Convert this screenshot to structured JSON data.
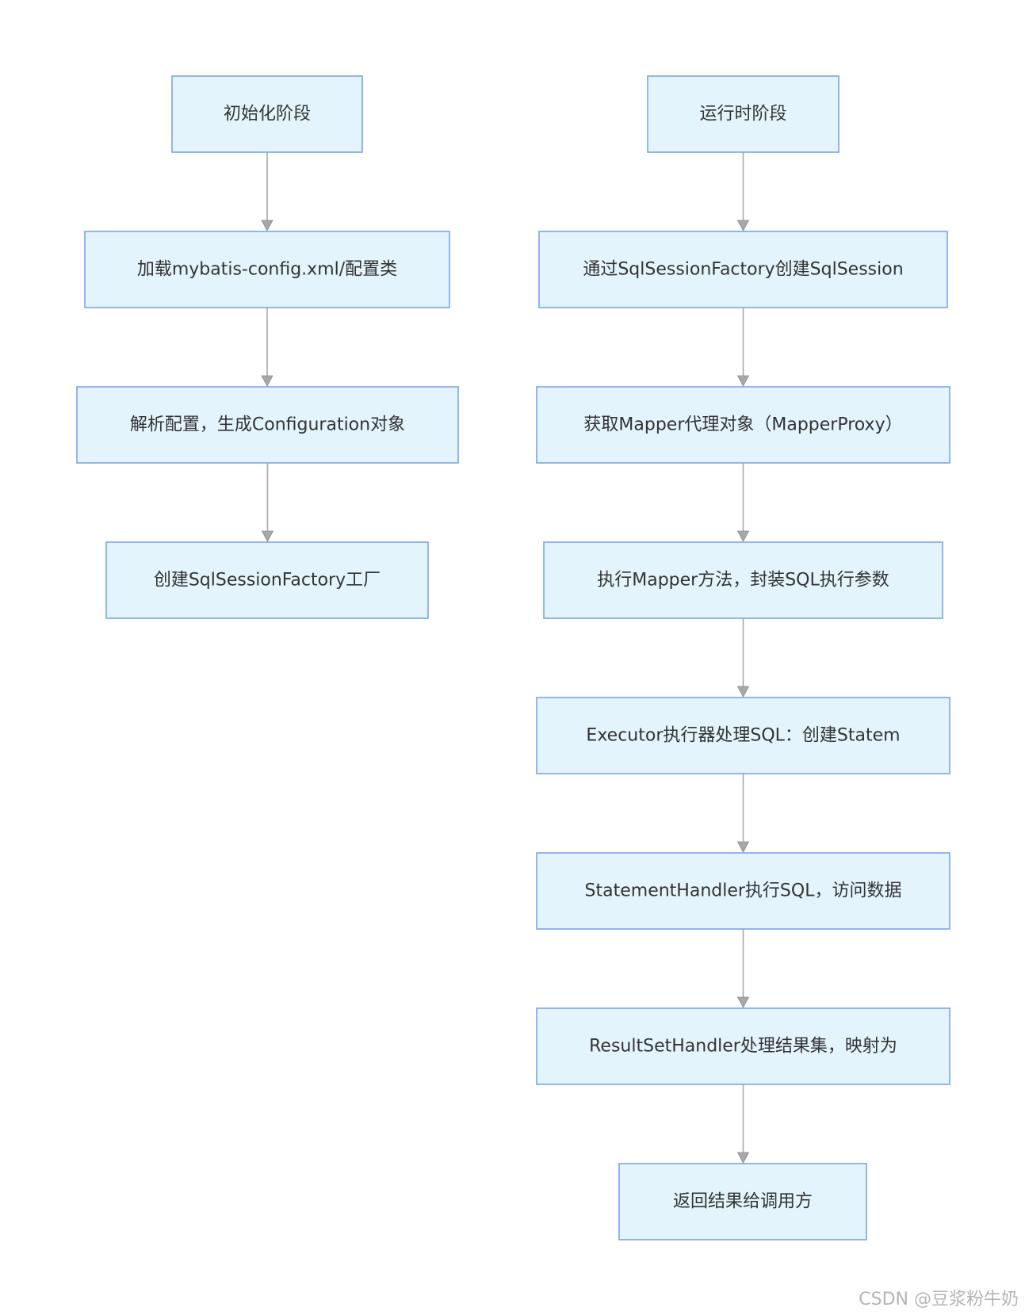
{
  "diagram": {
    "nodes": [
      {
        "id": "init-phase",
        "label": "初始化阶段"
      },
      {
        "id": "load-config",
        "label": "加载mybatis-config.xml/配置类"
      },
      {
        "id": "parse-config",
        "label": "解析配置，生成Configuration对象"
      },
      {
        "id": "create-factory",
        "label": "创建SqlSessionFactory工厂"
      },
      {
        "id": "runtime-phase",
        "label": "运行时阶段"
      },
      {
        "id": "create-session",
        "label": "通过SqlSessionFactory创建SqlSession"
      },
      {
        "id": "get-mapper-proxy",
        "label": "获取Mapper代理对象（MapperProxy）"
      },
      {
        "id": "exec-mapper-method",
        "label": "执行Mapper方法，封装SQL执行参数"
      },
      {
        "id": "executor-process",
        "label": "Executor执行器处理SQL：创建Statem"
      },
      {
        "id": "statement-handler",
        "label": "StatementHandler执行SQL，访问数据"
      },
      {
        "id": "resultset-handler",
        "label": "ResultSetHandler处理结果集，映射为"
      },
      {
        "id": "return-result",
        "label": "返回结果给调用方"
      }
    ],
    "edges": [
      [
        "init-phase",
        "load-config"
      ],
      [
        "load-config",
        "parse-config"
      ],
      [
        "parse-config",
        "create-factory"
      ],
      [
        "runtime-phase",
        "create-session"
      ],
      [
        "create-session",
        "get-mapper-proxy"
      ],
      [
        "get-mapper-proxy",
        "exec-mapper-method"
      ],
      [
        "exec-mapper-method",
        "executor-process"
      ],
      [
        "executor-process",
        "statement-handler"
      ],
      [
        "statement-handler",
        "resultset-handler"
      ],
      [
        "resultset-handler",
        "return-result"
      ]
    ]
  },
  "watermark": "CSDN @豆浆粉牛奶",
  "colors": {
    "node_fill": "#e3f4fd",
    "node_border": "#7aa5e8",
    "edge": "#a8a8a8",
    "text": "#333333"
  }
}
